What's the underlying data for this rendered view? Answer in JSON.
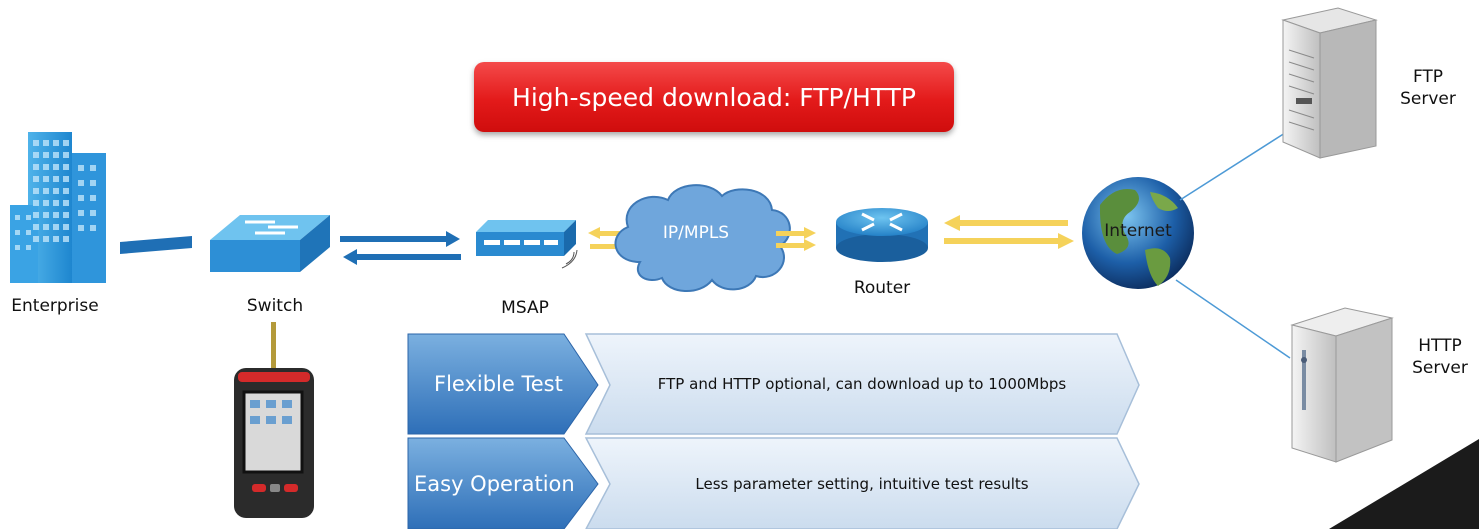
{
  "banner": {
    "title": "High-speed download: FTP/HTTP"
  },
  "nodes": {
    "enterprise": "Enterprise",
    "switch": "Switch",
    "msap": "MSAP",
    "cloud": "IP/MPLS",
    "router": "Router",
    "internet": "Internet",
    "ftp_server": [
      "FTP",
      "Server"
    ],
    "http_server": [
      "HTTP",
      "Server"
    ]
  },
  "features": [
    {
      "name": "Flexible Test",
      "description": "FTP and HTTP optional, can download up to 1000Mbps"
    },
    {
      "name": "Easy Operation",
      "description": "Less parameter setting, intuitive test results"
    }
  ],
  "colors": {
    "banner_red": "#e31a1a",
    "link_blue": "#1f6fb5",
    "traffic_yellow": "#f5d25a",
    "feature_blue": "#3f7fc4",
    "feature_light": "#dbe7f4"
  }
}
